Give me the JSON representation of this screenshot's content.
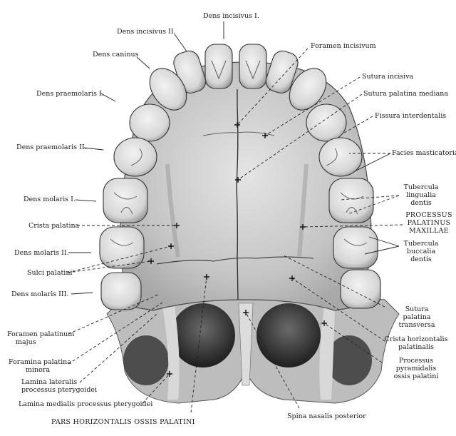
{
  "labels": {
    "dens_incisivus_1": "Dens incisivus I.",
    "dens_incisivus_2": "Dens incisivus II.",
    "dens_caninus": "Dens caninus",
    "dens_praemolaris_1": "Dens praemolaris I.",
    "dens_praemolaris_2": "Dens praemolaris II.",
    "dens_molaris_1": "Dens molaris I.",
    "crista_palatina": "Crista palatina",
    "dens_molaris_2": "Dens molaris II.",
    "sulci_palatini": "Sulci palatini",
    "dens_molaris_3": "Dens molaris III.",
    "foramen_palatinum_majus_1": "Foramen palatinum",
    "foramen_palatinum_majus_2": "majus",
    "foramina_palatina_minora_1": "Foramina palatina",
    "foramina_palatina_minora_2": "minora",
    "lamina_lateralis_1": "Lamina lateralis",
    "lamina_lateralis_2": "processus pterygoidei",
    "lamina_medialis": "Lamina medialis processus pterygoidei",
    "pars_horizontalis": "PARS HORIZONTALIS OSSIS PALATINI",
    "spina_nasalis": "Spina nasalis posterior",
    "foramen_incisivum": "Foramen incisivum",
    "sutura_incisiva": "Sutura incisiva",
    "sutura_palatina_mediana": "Sutura palatina mediana",
    "fissura_interdentalis": "Fissura interdentalis",
    "facies_masticatoria": "Facies masticatoria",
    "tubercula_lingualia_1": "Tubercula",
    "tubercula_lingualia_2": "lingualia",
    "tubercula_lingualia_3": "dentis",
    "processus_palatinus_1": "PROCESSUS",
    "processus_palatinus_2": "PALATINUS",
    "processus_palatinus_3": "MAXILLAE",
    "tubercula_buccalia_1": "Tubercula",
    "tubercula_buccalia_2": "buccalia",
    "tubercula_buccalia_3": "dentis",
    "sutura_transversa_1": "Sutura",
    "sutura_transversa_2": "palatina",
    "sutura_transversa_3": "transversa",
    "crista_horizontalis_1": "Crista horizontalis",
    "crista_horizontalis_2": "palatinalis",
    "processus_pyramidalis_1": "Processus",
    "processus_pyramidalis_2": "pyramidalis",
    "processus_pyramidalis_3": "ossis palatini"
  },
  "colors": {
    "bone": "#c9c9c9",
    "tooth": "#e6e6e6",
    "ink": "#1c1c1c",
    "shadow": "#2e2e2e"
  }
}
